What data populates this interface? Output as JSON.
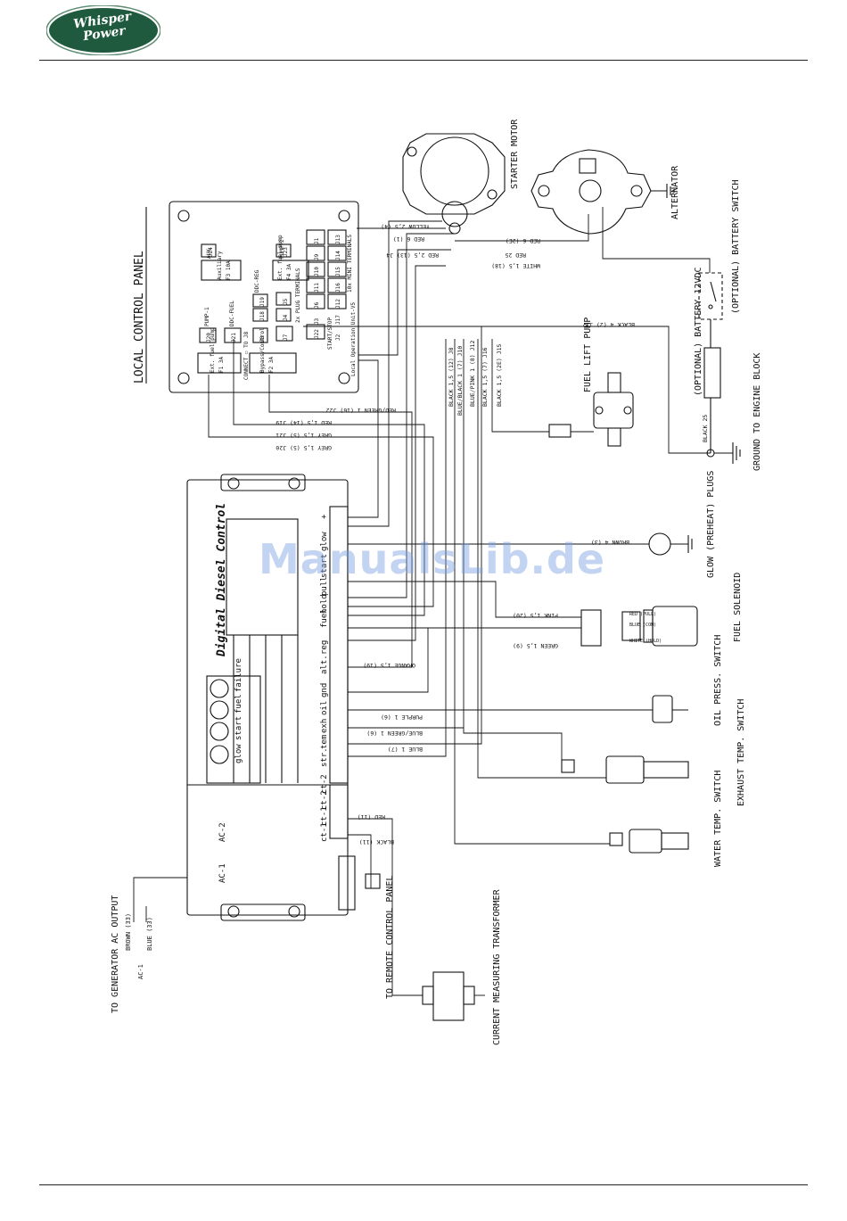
{
  "header": {
    "brand_line1": "Whisper",
    "brand_line2": "Power"
  },
  "watermark": "ManualsLib.de",
  "panel": {
    "title": "LOCAL CONTROL PANEL",
    "fuses": [
      "F3 10A",
      "F4 3A",
      "F1 3A",
      "F2 3A"
    ],
    "fuse_notes": [
      "Auxiliary",
      "Ext. fuel pump",
      "Ext. fuel pump",
      "Bypass/Control"
    ],
    "jacks": [
      "J24",
      "J23",
      "J20",
      "J21",
      "J8",
      "J7",
      "J4",
      "J22",
      "J19",
      "J18",
      "J5",
      "J6",
      "J13",
      "J9",
      "J10",
      "J11",
      "J12",
      "J14",
      "J15",
      "J16",
      "J17",
      "J1",
      "J2",
      "J3"
    ],
    "captions": [
      "AUX",
      "PUMP-2",
      "PUMP-1",
      "DDC-FUEL",
      "DDC-REG",
      "CONNECT ☐ TO J8",
      "START/STOP",
      "2x PLUG TERMINALS",
      "10x MINI TERMINALS",
      "Local Operation Unit-V5"
    ]
  },
  "components": {
    "starter": "STARTER MOTOR",
    "alternator": "ALTERNATOR",
    "battery_switch": "(OPTIONAL) BATTERY SWITCH",
    "battery": "(OPTIONAL) BATTERY 12VDC",
    "ground": "GROUND TO ENGINE BLOCK",
    "fuel_pump": "FUEL LIFT PUMP",
    "glow_plugs": "GLOW (PREHEAT) PLUGS",
    "fuel_solenoid": "FUEL SOLENOID",
    "oil_switch": "OIL PRESS. SWITCH",
    "exhaust_switch": "EXHAUST TEMP. SWITCH",
    "water_switch": "WATER TEMP. SWITCH",
    "transformer": "CURRENT MEASURING TRANSFORMER",
    "remote": "TO REMOTE CONTROL PANEL",
    "generator": "TO GENERATOR AC OUTPUT",
    "ac_wires": [
      "BROWN (33)",
      "BLUE (33)",
      "AC-1"
    ],
    "solenoid_wires": [
      "RED (PULL)",
      "BLUE (COM)",
      "WHITE (HOLD)"
    ]
  },
  "ddc": {
    "title": "Digital Diesel Control",
    "leds": [
      "glow",
      "start",
      "fuel",
      "failure"
    ],
    "terminals": [
      "+",
      "glow",
      "start",
      "pull",
      "hold",
      "fuel",
      "reg",
      "alt.",
      "gnd",
      "oil",
      "exh",
      "tem",
      "str.",
      "ct-2",
      "ct-2",
      "ct-1",
      "ct-1"
    ],
    "ac_labels": [
      "AC-2",
      "AC-1"
    ]
  },
  "wires": [
    "YELLOW 2,5 (4)",
    "RED 6 (1)",
    "RED 2,5 (13) J4",
    "RED 6 (2E)",
    "RED 25",
    "WHITE 1,5 (18)",
    "BLACK 4 (2) J17",
    "BLACK 25",
    "BLACK 1,5 (12) J8",
    "BLUE/BLACK 1 (7) J10",
    "BLUE/PINK 1 (8) J12",
    "BLACK 1,5 (7) J16",
    "BLACK 1,5 (2E) J15",
    "RED/GREEN 1 (16) J22",
    "RED 1,5 (14) J19",
    "GREY 1,5 (5) J21",
    "GREY 1,5 (5) J20",
    "BROWN 4 (3)",
    "PINK 1,5 (20)",
    "GREEN 1,5 (9)",
    "ORANGE 1,5 (19)",
    "PURPLE 1 (6)",
    "BLUE/GREEN 1 (6)",
    "BLUE 1 (7)",
    "RED (11)",
    "BLACK (11)"
  ]
}
